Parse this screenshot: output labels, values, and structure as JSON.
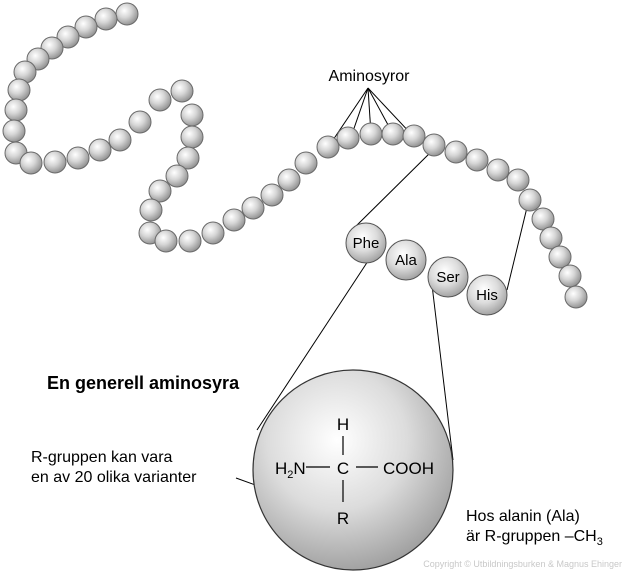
{
  "chain_label": "Aminosyror",
  "amino_acids": [
    "Phe",
    "Ala",
    "Ser",
    "His"
  ],
  "title": "En generell aminosyra",
  "formula": {
    "top": "H",
    "left_main": "H",
    "left_sub": "2",
    "left_tail": "N",
    "center": "C",
    "right": "COOH",
    "bottom": "R"
  },
  "rgroup_note": {
    "line1": "R-gruppen kan vara",
    "line2": "en av 20 olika varianter"
  },
  "alanine_note": {
    "line1": "Hos alanin (Ala)",
    "line2_main": "är R-gruppen –CH",
    "line2_sub": "3"
  },
  "copyright": "Copyright © Utbildningsburken & Magnus Ehinger",
  "colors": {
    "bead_fill": "#d8d8d8",
    "bead_edge": "#6a6a6a",
    "line": "#000000"
  }
}
